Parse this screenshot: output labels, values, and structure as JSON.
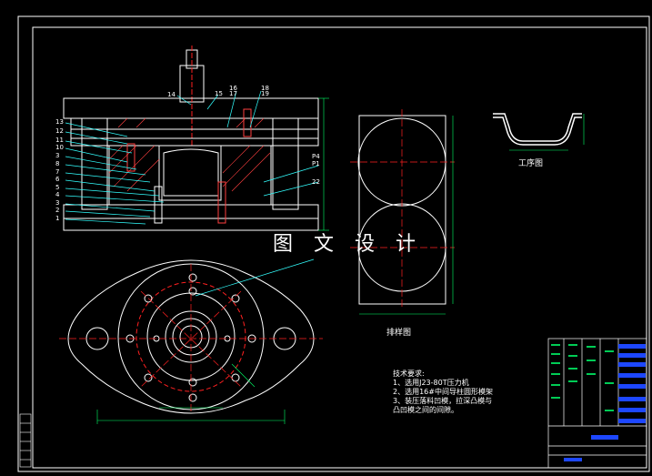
{
  "watermark": "图 文 设 计",
  "labels": {
    "process_drawing": "工序图",
    "layout_drawing": "排样图"
  },
  "tech_requirements": {
    "title": "技术要求:",
    "items": [
      "1、选用J23-80T压力机",
      "2、选用16#中间导柱圆形模架",
      "3、装压落料凹模，拉深凸模与",
      "凸凹模之间的间隙。"
    ]
  },
  "part_numbers_left": [
    "13",
    "12",
    "11",
    "10",
    "3",
    "8",
    "7",
    "6",
    "5",
    "4",
    "3",
    "2",
    "1"
  ],
  "part_numbers_top": [
    "14",
    "15",
    "16",
    "17",
    "18",
    "19"
  ],
  "part_numbers_right": [
    "P4",
    "P1",
    "22"
  ],
  "colors": {
    "background": "#000000",
    "line": "#ffffff",
    "centerline": "#ff2020",
    "hatch": "#ff4040",
    "dimension": "#00ff66",
    "leader": "#33ffff",
    "titleblock_fill": "#1d47ff"
  }
}
